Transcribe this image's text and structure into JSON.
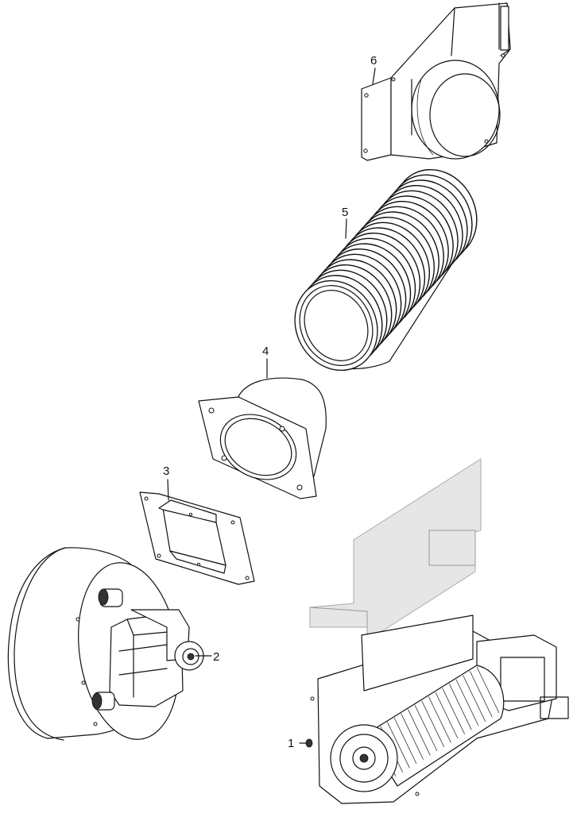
{
  "callouts": [
    {
      "id": "part-1",
      "label": "1"
    },
    {
      "id": "part-2",
      "label": "2"
    },
    {
      "id": "part-3",
      "label": "3"
    },
    {
      "id": "part-4",
      "label": "4"
    },
    {
      "id": "part-5",
      "label": "5"
    },
    {
      "id": "part-6",
      "label": "6"
    }
  ],
  "parts": [
    {
      "callout": "1",
      "icon": "screw-icon"
    },
    {
      "callout": "2",
      "icon": "blower-motor-icon"
    },
    {
      "callout": "3",
      "icon": "gasket-plate-icon"
    },
    {
      "callout": "4",
      "icon": "duct-flange-adapter-icon"
    },
    {
      "callout": "5",
      "icon": "flexible-duct-hose-icon"
    },
    {
      "callout": "6",
      "icon": "outlet-adapter-bracket-icon"
    }
  ],
  "colors": {
    "line": "#111111",
    "background": "#ffffff",
    "shield_fill": "#e6e6e6",
    "shield_stroke": "#aaaaaa"
  }
}
